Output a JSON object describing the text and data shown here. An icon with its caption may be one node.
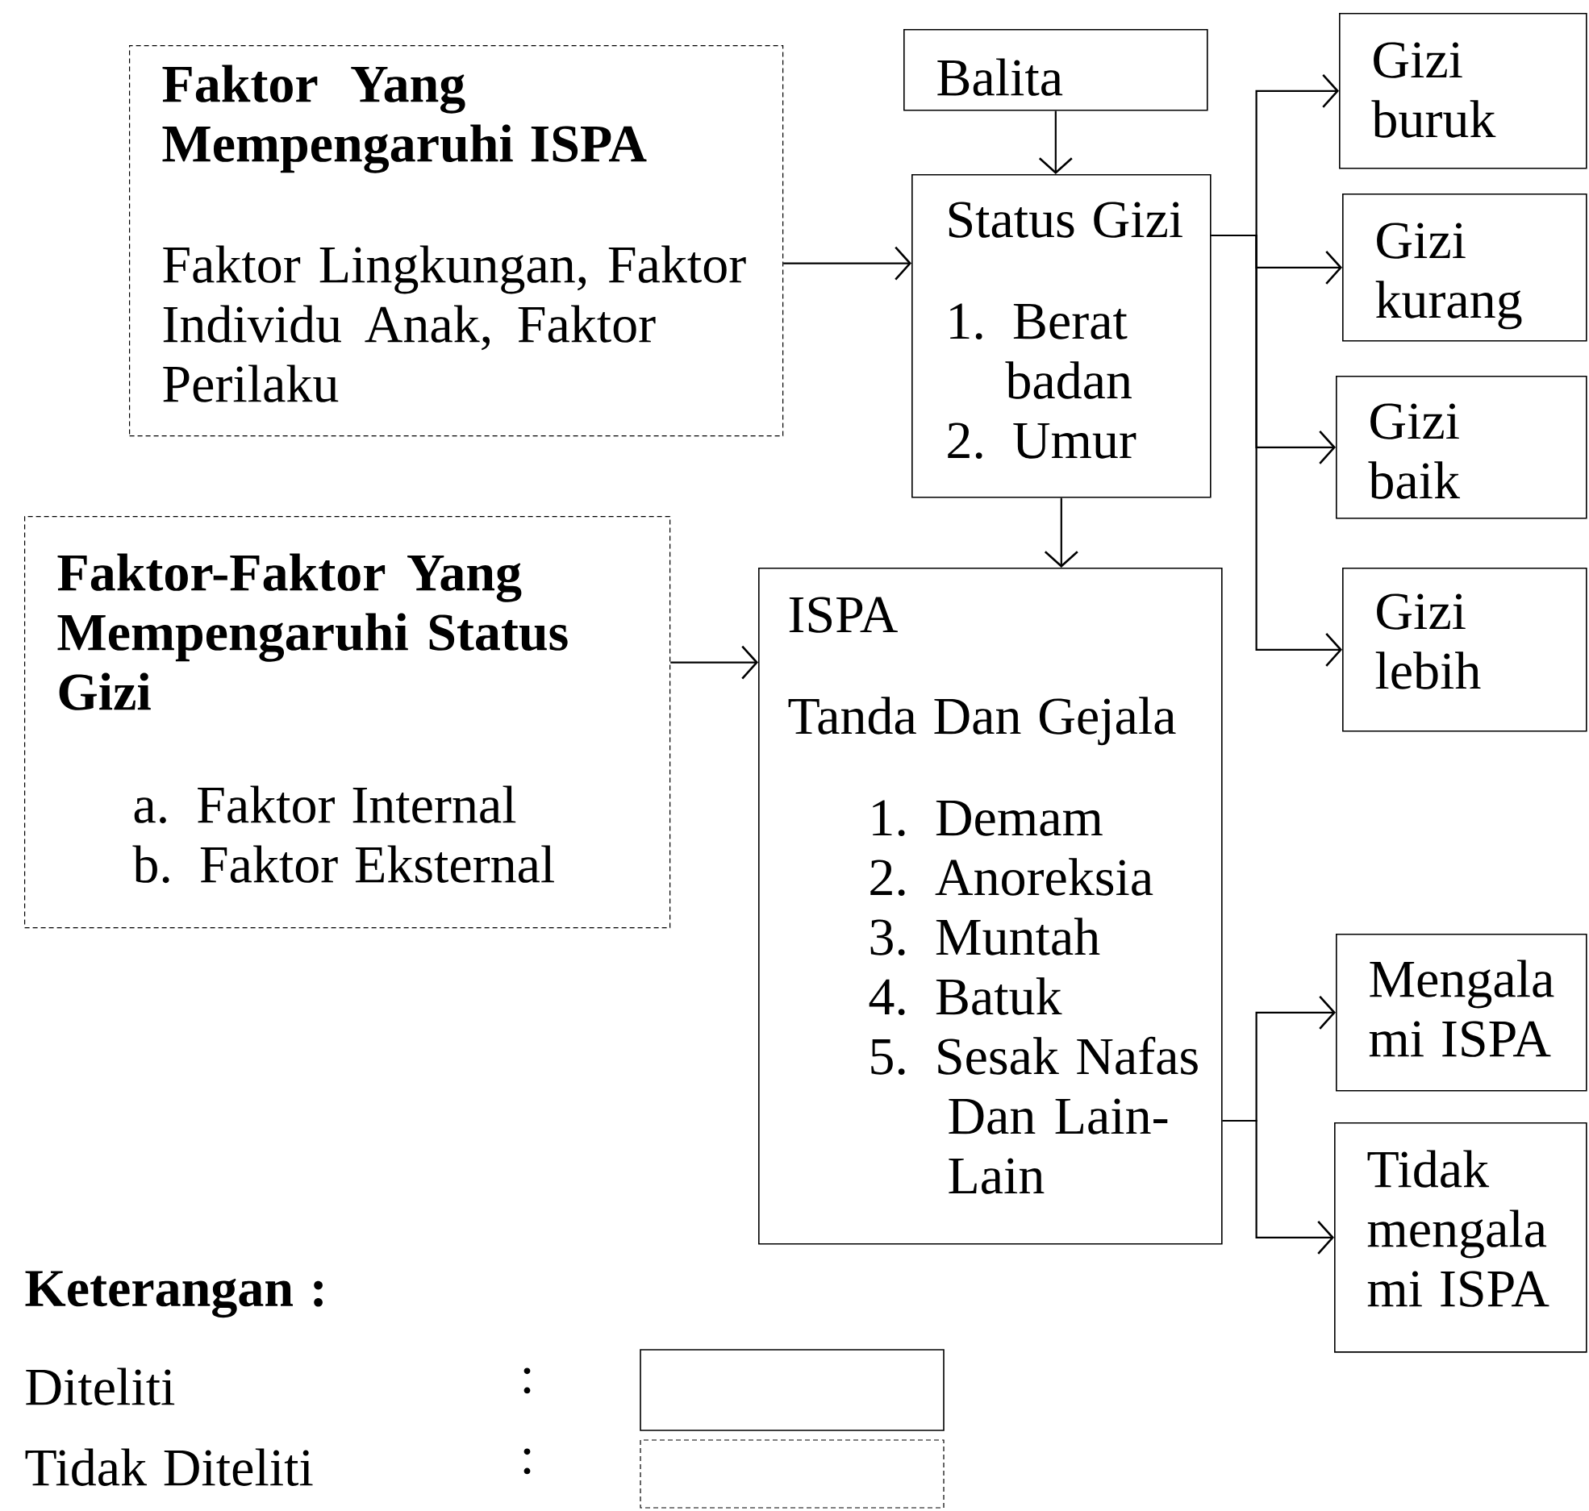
{
  "diagram": {
    "nodes": [
      {
        "text": [
          "Faktor Yang Mempengaruhi ISPA",
          "Faktor Lingkungan, Faktor Individu Anak, Faktor Perilaku"
        ]
      },
      {
        "text": [
          "Balita"
        ]
      },
      {
        "text": [
          "Status Gizi",
          "1. Berat badan",
          "2. Umur"
        ]
      },
      {
        "text": [
          "Gizi buruk"
        ]
      },
      {
        "text": [
          "Gizi kurang"
        ]
      },
      {
        "text": [
          "Gizi baik"
        ]
      },
      {
        "text": [
          "Gizi lebih"
        ]
      },
      {
        "text": [
          "Faktor-Faktor Yang Mempengaruhi Status Gizi",
          "a. Faktor Internal",
          "b. Faktor Eksternal"
        ]
      },
      {
        "text": [
          "ISPA",
          "Tanda Dan Gejala",
          "1. Demam",
          "2. Anoreksia",
          "3. Muntah",
          "4. Batuk",
          "5. Sesak Nafas Dan Lain-Lain"
        ]
      },
      {
        "text": [
          "Mengala mi ISPA"
        ]
      },
      {
        "text": [
          "Tidak mengala mi ISPA"
        ]
      }
    ],
    "edges": [
      {
        "from": 0,
        "to": 2,
        "arrow": "to"
      },
      {
        "from": 1,
        "to": 2,
        "arrow": "to"
      },
      {
        "from": 2,
        "to": 3,
        "arrow": "to"
      },
      {
        "from": 2,
        "to": 4,
        "arrow": "to"
      },
      {
        "from": 2,
        "to": 5,
        "arrow": "to"
      },
      {
        "from": 2,
        "to": 6,
        "arrow": "to"
      },
      {
        "from": 2,
        "to": 8,
        "arrow": "to"
      },
      {
        "from": 7,
        "to": 8,
        "arrow": "to"
      },
      {
        "from": 8,
        "to": 9,
        "arrow": "to"
      },
      {
        "from": 8,
        "to": 10,
        "arrow": "to"
      }
    ],
    "labels": [
      "Keterangan :",
      ":",
      ":"
    ],
    "legend": [
      {
        "text": "Diteliti"
      },
      {
        "text": "Tidak Diteliti"
      }
    ]
  }
}
